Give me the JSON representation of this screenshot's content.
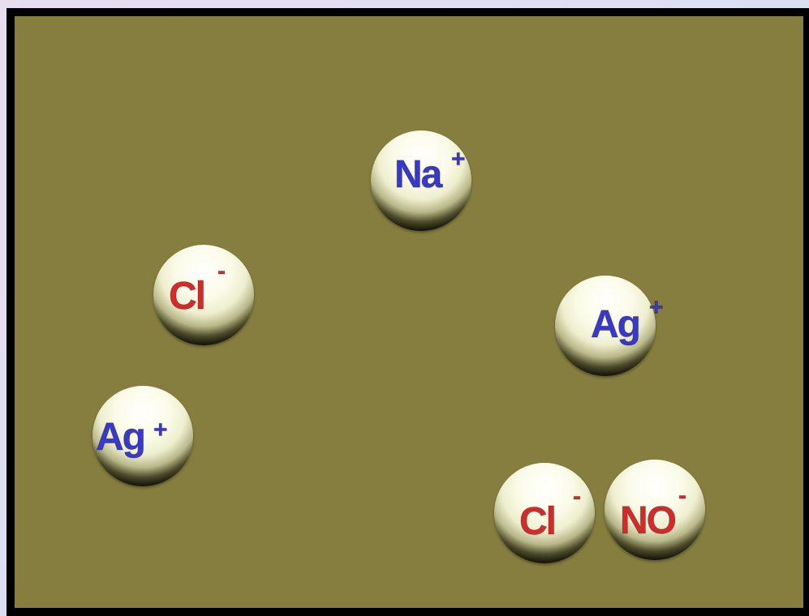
{
  "ions": [
    {
      "id": "na",
      "symbol": "Na",
      "charge": "+",
      "type": "cation",
      "color": "#3939c8"
    },
    {
      "id": "cl1",
      "symbol": "Cl",
      "charge": "-",
      "type": "anion",
      "color": "#d12c2c"
    },
    {
      "id": "ag1",
      "symbol": "Ag",
      "charge": "+",
      "type": "cation",
      "color": "#3939c8"
    },
    {
      "id": "ag2",
      "symbol": "Ag",
      "charge": "+",
      "type": "cation",
      "color": "#3939c8"
    },
    {
      "id": "cl2",
      "symbol": "Cl",
      "charge": "-",
      "type": "anion",
      "color": "#d12c2c"
    },
    {
      "id": "no",
      "symbol": "NO",
      "charge": "-",
      "type": "anion",
      "color": "#d12c2c"
    }
  ],
  "colors": {
    "background": "#867e3f",
    "frame": "#000000",
    "sphere": "#fbfbe9"
  }
}
